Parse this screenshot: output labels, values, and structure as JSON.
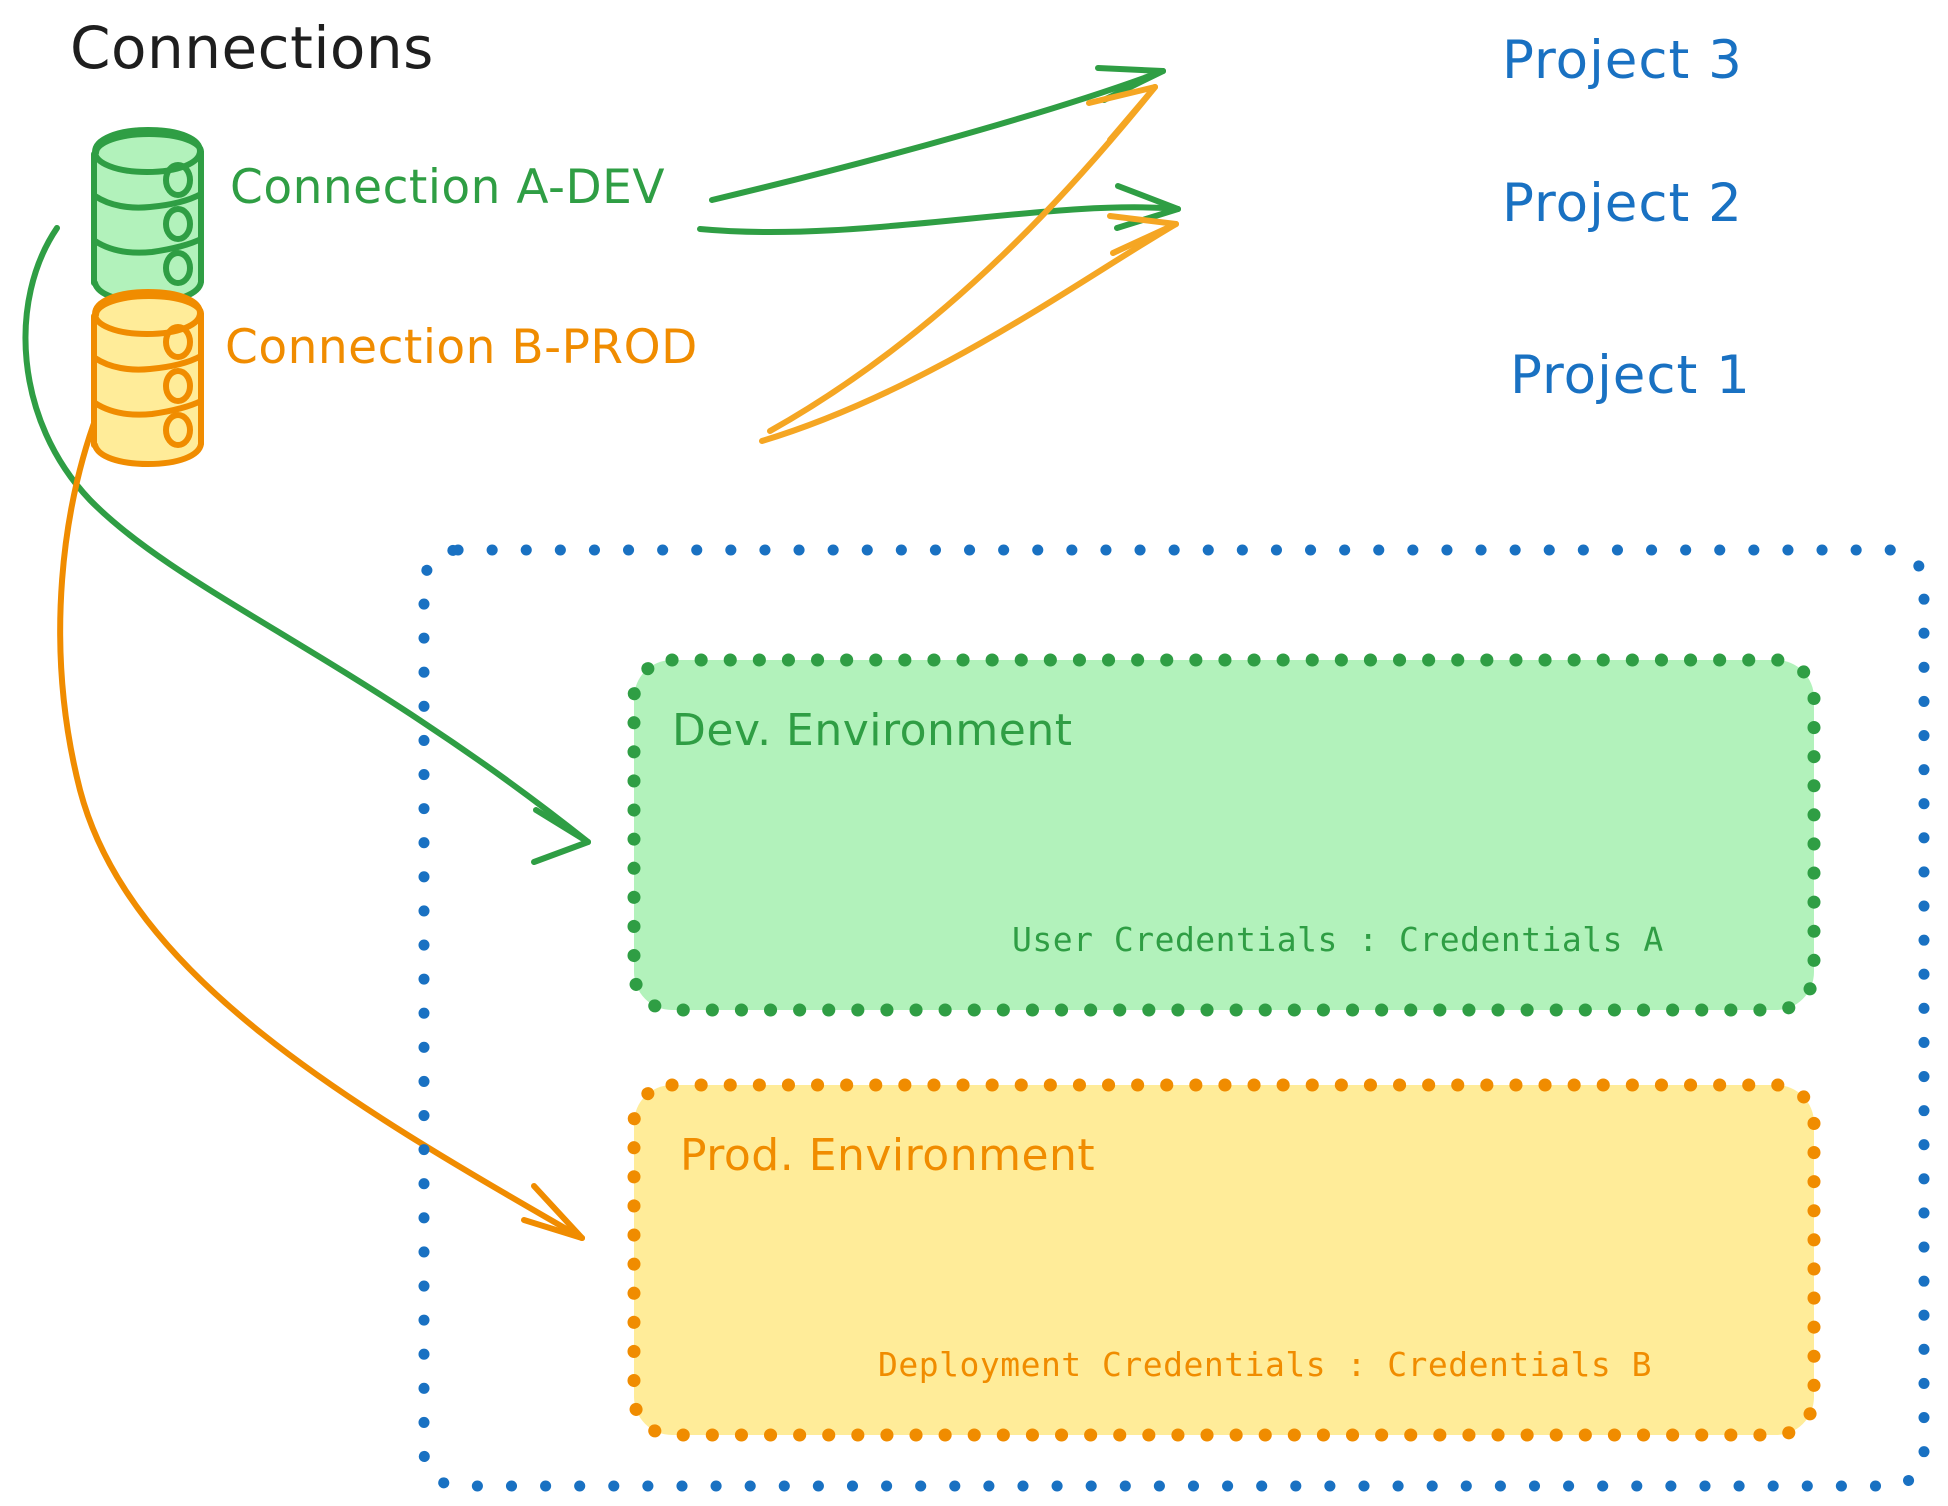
{
  "diagram": {
    "title": "Connections",
    "connections": [
      {
        "id": "a-dev",
        "label": "Connection A-DEV",
        "color": "#2f9e44",
        "fill": "#b2f2bb",
        "icon": "database-icon"
      },
      {
        "id": "b-prod",
        "label": "Connection B-PROD",
        "color": "#f08c00",
        "fill": "#ffec99",
        "icon": "database-icon"
      }
    ],
    "projects": [
      {
        "id": "project-3",
        "label": "Project 3",
        "color": "#1971c2"
      },
      {
        "id": "project-2",
        "label": "Project 2",
        "color": "#1971c2"
      },
      {
        "id": "project-1",
        "label": "Project 1",
        "color": "#1971c2"
      }
    ],
    "project1_container": {
      "border_color": "#1971c2",
      "border_style": "dotted",
      "environments": [
        {
          "id": "dev-environment",
          "title": "Dev. Environment",
          "credential_label": "User Credentials",
          "credential_separator": ":",
          "credential_value": "Credentials A",
          "credential_line": "User Credentials : Credentials A",
          "border_color": "#2f9e44",
          "fill": "#b2f2bb"
        },
        {
          "id": "prod-environment",
          "title": "Prod. Environment",
          "credential_label": "Deployment Credentials",
          "credential_separator": ":",
          "credential_value": "Credentials B",
          "credential_line": "Deployment Credentials : Credentials B",
          "border_color": "#f08c00",
          "fill": "#ffec99"
        }
      ]
    },
    "edges": [
      {
        "id": "a-dev-to-project-3",
        "from": "Connection A-DEV",
        "to": "Project 3",
        "color": "#2f9e44"
      },
      {
        "id": "a-dev-to-project-2",
        "from": "Connection A-DEV",
        "to": "Project 2",
        "color": "#2f9e44"
      },
      {
        "id": "a-dev-to-dev-env",
        "from": "Connection A-DEV",
        "to": "Dev. Environment",
        "color": "#2f9e44"
      },
      {
        "id": "b-prod-to-project-3",
        "from": "Connection B-PROD",
        "to": "Project 3",
        "color": "#f5a623"
      },
      {
        "id": "b-prod-to-project-2",
        "from": "Connection B-PROD",
        "to": "Project 2",
        "color": "#f5a623"
      },
      {
        "id": "b-prod-to-prod-env",
        "from": "Connection B-PROD",
        "to": "Prod. Environment",
        "color": "#f08c00"
      }
    ],
    "colors": {
      "green_stroke": "#2f9e44",
      "green_fill": "#b2f2bb",
      "orange_stroke": "#f08c00",
      "orange_arrow": "#f5a623",
      "blue": "#1971c2",
      "ink": "#1e1e1e",
      "background": "#ffffff"
    }
  }
}
